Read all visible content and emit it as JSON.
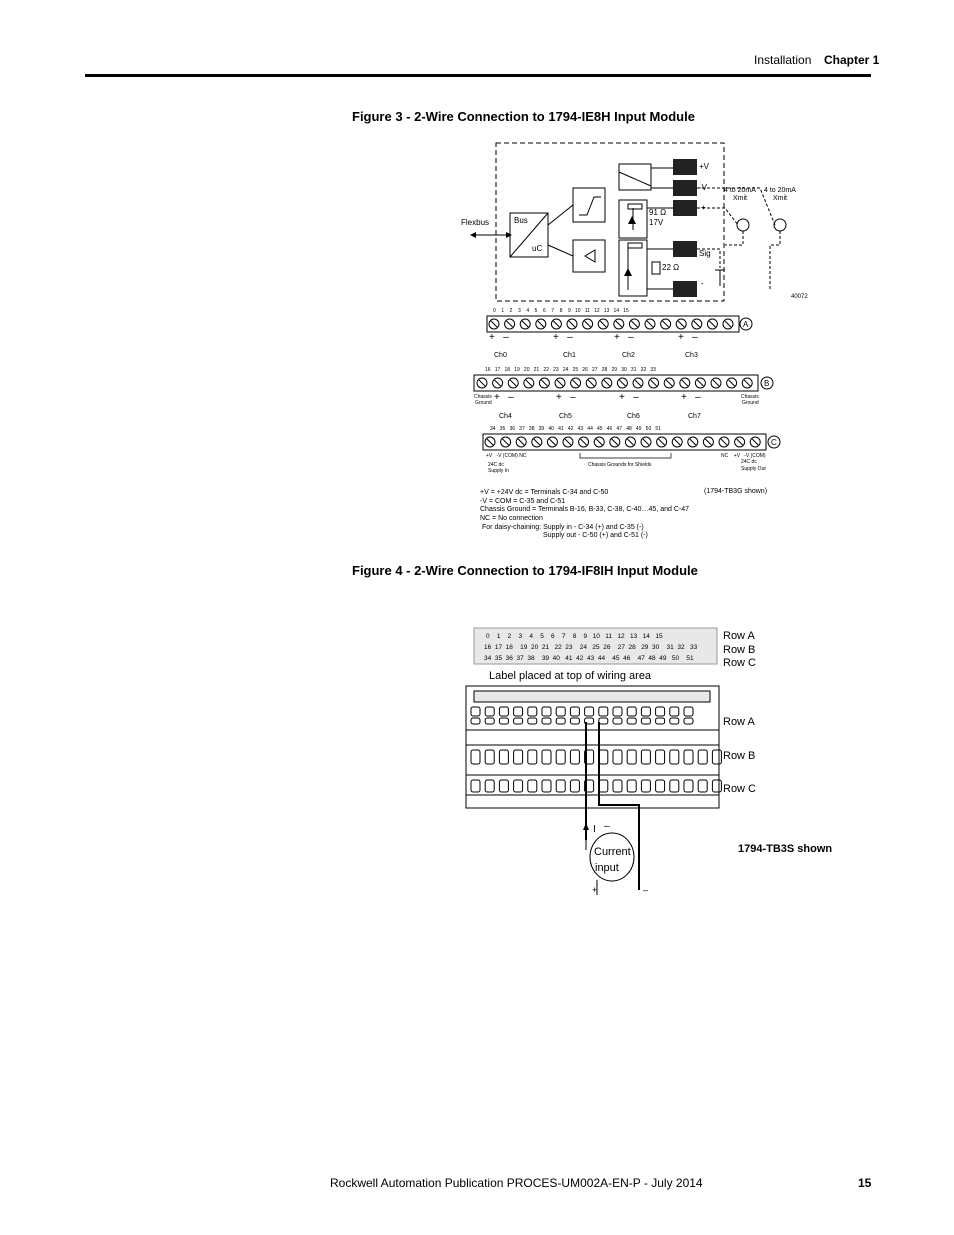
{
  "header": {
    "section": "Installation",
    "chapter": "Chapter 1"
  },
  "figure3": {
    "title": "Figure 3 - 2-Wire Connection to 1794-IE8H Input Module",
    "labels": {
      "flexbus": "Flexbus",
      "bus": "Bus",
      "uc": "uC",
      "plus_v": "+V",
      "minus_v": "-V",
      "r91": "91 Ω",
      "v17": "17V",
      "r22": "22 Ω",
      "sig": "Sig",
      "plus": "+",
      "minus": "-",
      "xmit1": "4 to 20mA",
      "xmit1b": "Xmit",
      "xmit2": "4 to 20mA",
      "xmit2b": "Xmit",
      "fig_num": "40072"
    },
    "rowA_numbers": "0    1    2    3    4    5    6    7    8    9   10   11   12   13   14   15",
    "rowB_numbers": "16   17   18   19   20   21   22   23   24   25   26   27   28   29   30   31   32   33",
    "rowC_numbers": "34   35   36   37   38   39   40   41   42   43   44   45   46   47   48   49   50   51",
    "row_letters": [
      "A",
      "B",
      "C"
    ],
    "channels_a": [
      "Ch0",
      "Ch1",
      "Ch2",
      "Ch3"
    ],
    "channels_b": [
      "Ch4",
      "Ch5",
      "Ch6",
      "Ch7"
    ],
    "pm": "+   –",
    "chassis_ground": "Chassis",
    "chassis_ground2": "Ground",
    "rowC_left": "+V   -V (COM) NC",
    "rowC_right": "NC    +V   -V (COM)",
    "supply_in": "24C dc",
    "supply_in2": "Supply In",
    "supply_out": "24C dc",
    "supply_out2": "Supply Out",
    "chassis_shields": "Chassis Grounds for Shields",
    "tb_shown": "(1794-TB3G shown)",
    "notes": [
      "+V = +24V dc = Terminals C-34 and C-50",
      "-V = COM = C-35 and C-51",
      "Chassis Ground = Terminals B-16, B-33, C-38, C-40…45, and C-47",
      "NC = No connection",
      "For daisy-chaining: Supply in - C-34 (+) and C-35 (-)",
      "Supply out - C-50 (+) and C-51 (-)"
    ]
  },
  "figure4": {
    "title": "Figure 4 - 2-Wire Connection to 1794-IF8IH Input Module",
    "label_rowA": "0    1    2    3    4    5    6    7    8    9   10   11   12   13   14   15",
    "label_rowB": "16  17  18    19  20  21   22  23    24   25  26    27  28   29  30    31  32   33",
    "label_rowC": "34  35  36  37  38    39  40   41  42  43  44    45  46    47  48  49   50    51",
    "row_labels_top": [
      "Row A",
      "Row B",
      "Row C"
    ],
    "row_labels_body": [
      "Row A",
      "Row B",
      "Row C"
    ],
    "label_caption": "Label placed at top of wiring area",
    "current": "Current",
    "input": "input",
    "i_label": "I",
    "plus": "+",
    "minus": "–",
    "tb_shown": "1794-TB3S shown"
  },
  "footer": {
    "publication": "Rockwell Automation Publication PROCES-UM002A-EN-P - July 2014",
    "page": "15"
  }
}
